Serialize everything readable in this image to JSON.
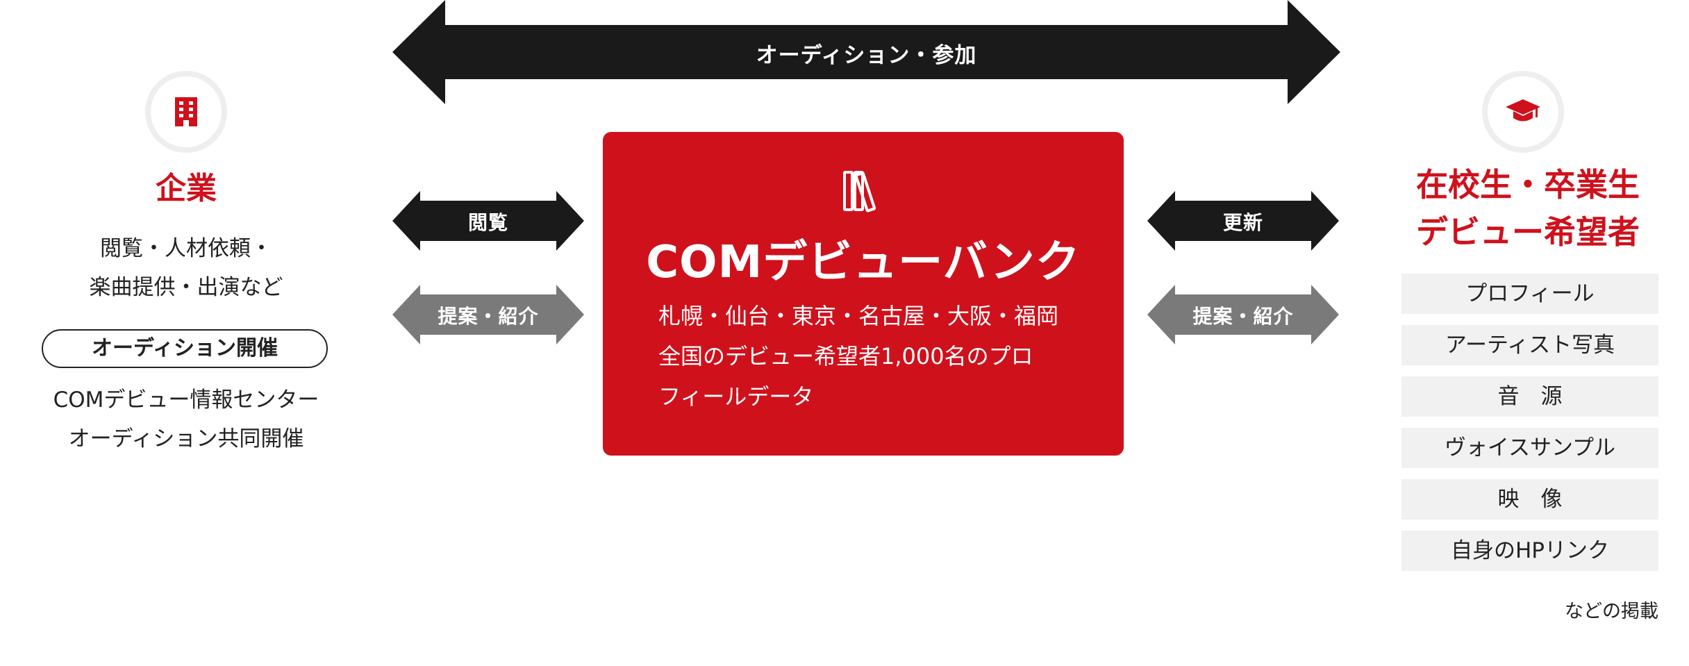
{
  "arrows": {
    "audition": "オーディション・参加",
    "browse": "閲覧",
    "propose_left": "提案・紹介",
    "update": "更新",
    "propose_right": "提案・紹介"
  },
  "company": {
    "icon": "building-icon",
    "title": "企業",
    "desc_line1": "閲覧・人材依頼・",
    "desc_line2": "楽曲提供・出演など",
    "audition_label": "オーディション開催",
    "info_line1": "COMデビュー情報センター",
    "info_line2": "オーディション共同開催"
  },
  "bank": {
    "icon": "books-icon",
    "title": "COMデビューバンク",
    "desc_line1": "札幌・仙台・東京・名古屋・大阪・福岡",
    "desc_line2": "全国のデビュー希望者1,000名のプロ",
    "desc_line3": "フィールデータ"
  },
  "students": {
    "icon": "graduation-cap-icon",
    "title_line1": "在校生・卒業生",
    "title_line2": "デビュー希望者",
    "items": [
      "プロフィール",
      "アーティスト写真",
      "音　源",
      "ヴォイスサンプル",
      "映　像",
      "自身のHPリンク"
    ],
    "footnote": "などの掲載"
  },
  "colors": {
    "accent_red": "#cf111c",
    "arrow_black": "#1a1a1a",
    "arrow_gray": "#7a7a7a",
    "item_bg": "#f1f1f1"
  }
}
